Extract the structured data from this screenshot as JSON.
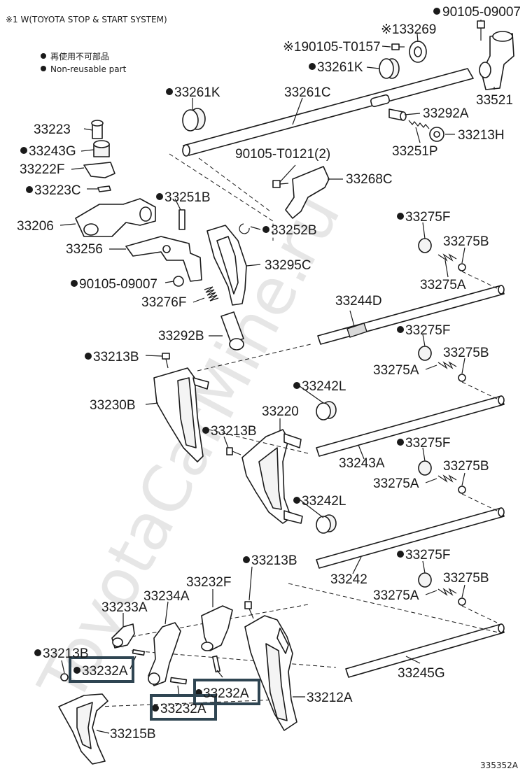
{
  "header": {
    "system_note": "※1 W(TOYOTA STOP & START SYSTEM)",
    "legend_jp": "再使用不可部品",
    "legend_en": "Non-reusable part"
  },
  "watermark": "ToyotaCarMine.ru",
  "diagram_code": "335352A",
  "colors": {
    "highlight_box": "#2f4552",
    "line": "#1a1a1a"
  },
  "labels": {
    "l90105_09007_top": "90105-09007",
    "l33269": "※133269",
    "l90105_T0157": "※190105-T0157",
    "l33261K_a": "33261K",
    "l33521": "33521",
    "l33261K_b": "33261K",
    "l33261C": "33261C",
    "l33292A": "33292A",
    "l33213H": "33213H",
    "l33251P": "33251P",
    "l33223": "33223",
    "l33243G": "33243G",
    "l33222F": "33222F",
    "l33223C": "33223C",
    "l90105_T0121": "90105-T0121(2)",
    "l33268C": "33268C",
    "l33251B": "33251B",
    "l33206": "33206",
    "l33252B": "33252B",
    "l33256": "33256",
    "l33295C": "33295C",
    "l90105_09007_mid": "90105-09007",
    "l33276F": "33276F",
    "l33275F_1": "33275F",
    "l33275B_1": "33275B",
    "l33275A_1": "33275A",
    "l33244D": "33244D",
    "l33292B": "33292B",
    "l33275F_2": "33275F",
    "l33213B_1": "33213B",
    "l33275B_2": "33275B",
    "l33275A_2": "33275A",
    "l33242L_1": "33242L",
    "l33230B": "33230B",
    "l33220": "33220",
    "l33213B_2": "33213B",
    "l33275F_3": "33275F",
    "l33243A": "33243A",
    "l33275B_3": "33275B",
    "l33275A_3": "33275A",
    "l33242L_2": "33242L",
    "l33213B_3": "33213B",
    "l33275F_4": "33275F",
    "l33242": "33242",
    "l33275B_4": "33275B",
    "l33232F": "33232F",
    "l33275A_4": "33275A",
    "l33234A": "33234A",
    "l33233A": "33233A",
    "l33213B_4": "33213B",
    "l33245G": "33245G",
    "l33232A_1": "33232A",
    "l33232A_2": "33232A",
    "l33212A": "33212A",
    "l33232A_3": "33232A",
    "l33215B": "33215B"
  }
}
